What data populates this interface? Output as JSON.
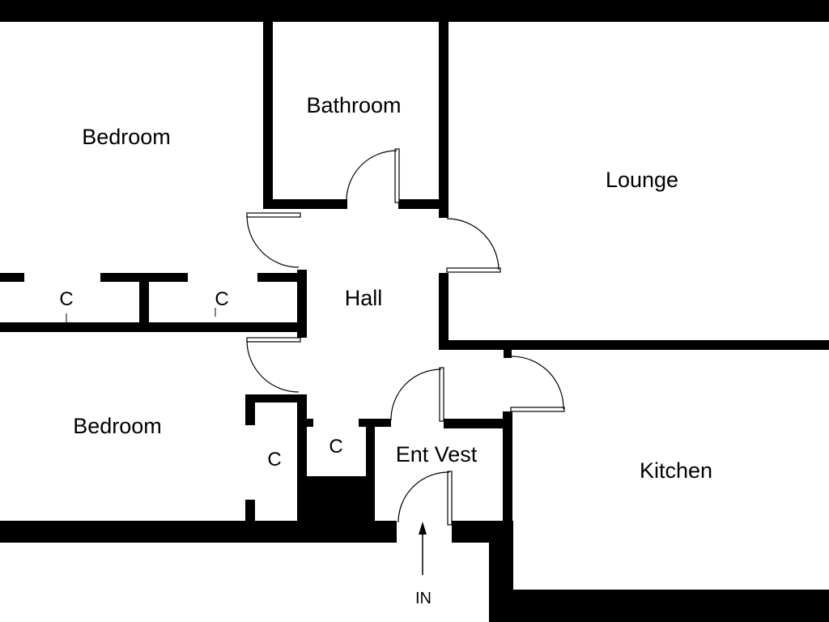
{
  "rooms": {
    "bedroom_1": "Bedroom",
    "bathroom": "Bathroom",
    "lounge": "Lounge",
    "hall": "Hall",
    "bedroom_2": "Bedroom",
    "ent_vest": "Ent Vest",
    "kitchen": "Kitchen"
  },
  "cupboards": {
    "cupboard_1": "C",
    "cupboard_2": "C",
    "cupboard_3": "C",
    "cupboard_4": "C"
  },
  "entrance": {
    "label": "IN"
  },
  "colors": {
    "wall": "#000000",
    "background": "#ffffff"
  }
}
